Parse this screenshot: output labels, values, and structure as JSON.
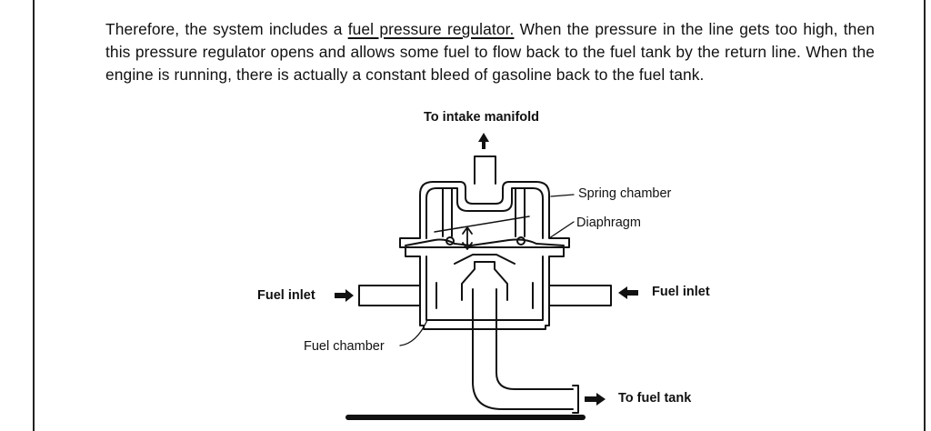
{
  "paragraph": {
    "before": "Therefore, the system includes a ",
    "term": "fuel pressure regulator.",
    "after": " When the pressure in the line gets too high, then this pressure regulator opens and allows some fuel to flow back to the fuel tank by the return line. When the engine is running, there is actually a constant bleed of gasoline back to the fuel tank."
  },
  "diagram": {
    "labels": {
      "intake": "To intake manifold",
      "spring": "Spring chamber",
      "diaphragm": "Diaphragm",
      "inlet_left": "Fuel inlet",
      "inlet_right": "Fuel inlet",
      "fuel_chamber": "Fuel chamber",
      "tank": "To fuel tank"
    }
  }
}
